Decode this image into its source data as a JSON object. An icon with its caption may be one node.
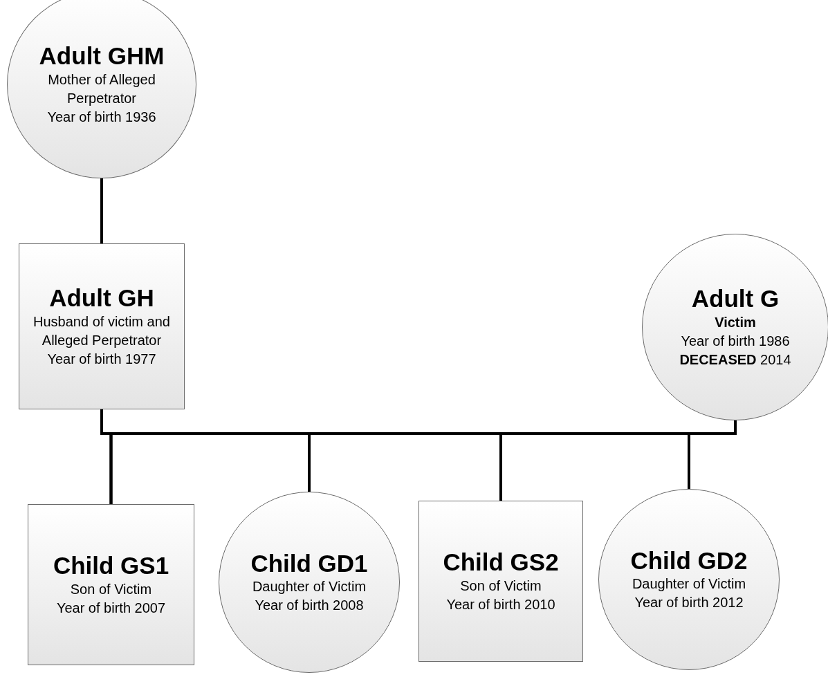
{
  "diagram": {
    "nodes": [
      {
        "text": [
          "Adult GHM",
          "Mother of Alleged Perpetrator",
          "Year of birth 1936"
        ]
      },
      {
        "text": [
          "Adult GH",
          "Husband of victim and Alleged Perpetrator",
          "Year of birth 1977"
        ]
      },
      {
        "text": [
          "Adult G",
          "**Victim**",
          "Year of birth 1986",
          "**DECEASED** 2014"
        ]
      },
      {
        "text": [
          "Child GS1",
          "Son of Victim",
          "Year of birth 2007"
        ]
      },
      {
        "text": [
          "Child GD1",
          "Daughter of Victim",
          "Year of birth 2008"
        ]
      },
      {
        "text": [
          "Child GS2",
          "Son of Victim",
          "Year of birth 2010"
        ]
      },
      {
        "text": [
          "Child GD2",
          "Daughter of Victim",
          "Year of birth 2012"
        ]
      }
    ],
    "edges": [
      {
        "from": 0,
        "to": 1,
        "arrow": "none"
      },
      {
        "from": 1,
        "to": 3,
        "arrow": "none"
      },
      {
        "from": 1,
        "to": 4,
        "arrow": "none"
      },
      {
        "from": 1,
        "to": 5,
        "arrow": "none"
      },
      {
        "from": 1,
        "to": 6,
        "arrow": "none"
      },
      {
        "from": 2,
        "to": 3,
        "arrow": "none"
      },
      {
        "from": 2,
        "to": 4,
        "arrow": "none"
      },
      {
        "from": 2,
        "to": 5,
        "arrow": "none"
      },
      {
        "from": 2,
        "to": 6,
        "arrow": "none"
      }
    ]
  }
}
